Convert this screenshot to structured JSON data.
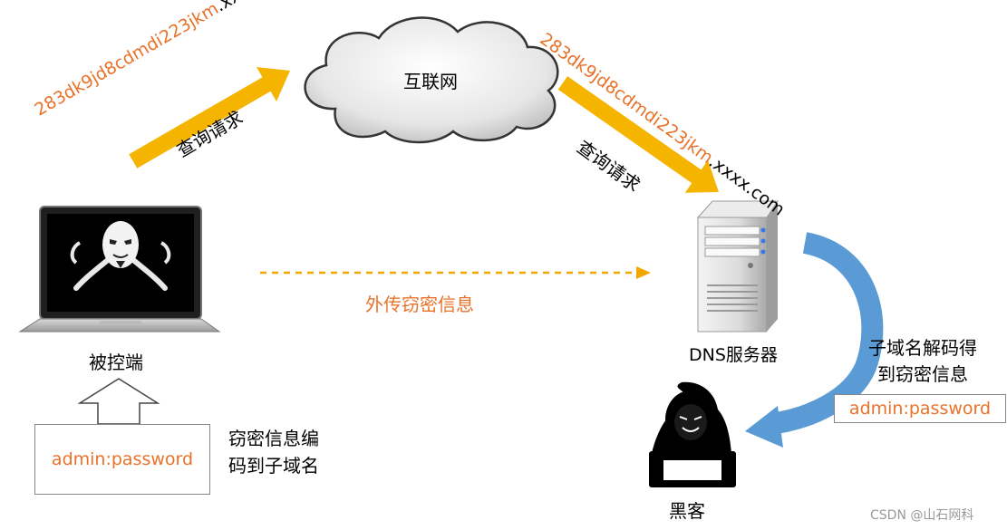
{
  "internet_label": "互联网",
  "query_request_left": "查询请求",
  "query_request_right": "查询请求",
  "subdomain": {
    "prefix": "283dk9jd8cdmdi223jkm",
    "suffix": ".xxxx.com"
  },
  "victim_label": "被控端",
  "exfil_label": "外传窃密信息",
  "dns_label": "DNS服务器",
  "decode_line1": "子域名解码得",
  "decode_line2": "到窃密信息",
  "encode_line1": "窃密信息编",
  "encode_line2": "码到子域名",
  "credential_left": "admin:password",
  "credential_right": "admin:password",
  "hacker_label": "黑客",
  "watermark": "CSDN @山石网科",
  "colors": {
    "orange_text": "#e8722a",
    "arrow_yellow": "#f5b400",
    "arrow_blue": "#5b9bd5",
    "dashed_orange": "#f0a800"
  },
  "icons": [
    "cloud-icon",
    "laptop-icon",
    "pirate-skull-icon",
    "server-icon",
    "hacker-icon"
  ]
}
